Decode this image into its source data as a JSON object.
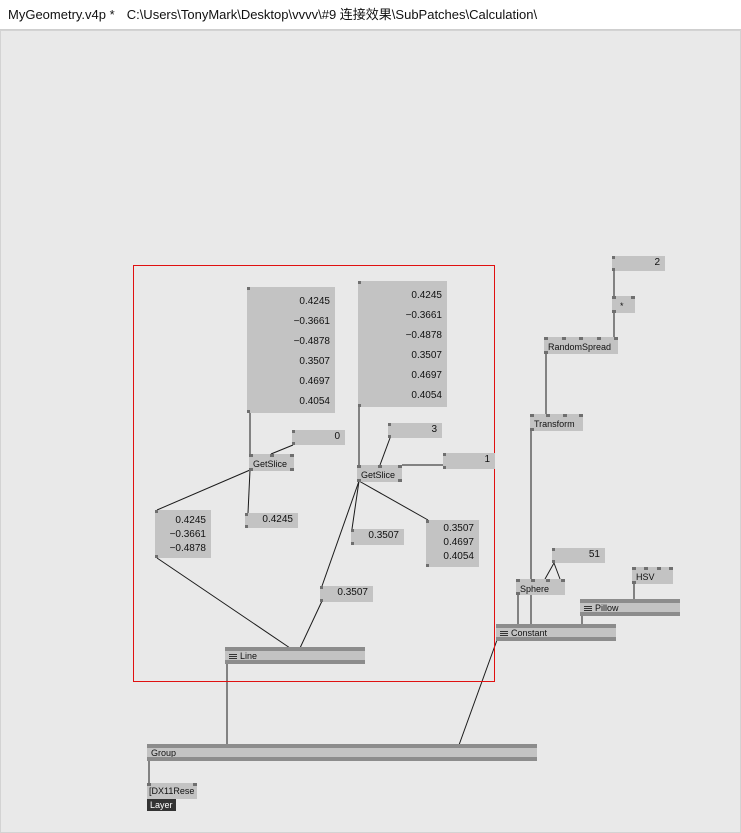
{
  "window": {
    "title_file": "MyGeometry.v4p *",
    "title_path": "C:\\Users\\TonyMark\\Desktop\\vvvv\\#9 连接效果\\SubPatches\\Calculation\\"
  },
  "nodes": {
    "getslice_left": "GetSlice",
    "getslice_right": "GetSlice",
    "line": "Line",
    "group": "Group",
    "dx11": "[DX11Rese",
    "layer": "Layer",
    "random_spread": "RandomSpread",
    "multiply": "*",
    "transform": "Transform",
    "sphere": "Sphere",
    "hsv": "HSV",
    "pillow": "Pillow",
    "constant": "Constant"
  },
  "iobox": {
    "spread_left": [
      "0.4245",
      "−0.3661",
      "−0.4878",
      "0.3507",
      "0.4697",
      "0.4054"
    ],
    "spread_right": [
      "0.4245",
      "−0.3661",
      "−0.4878",
      "0.3507",
      "0.4697",
      "0.4054"
    ],
    "index_left": "0",
    "index_right": "3",
    "bin_size": "1",
    "out_left_single": "0.4245",
    "out_left_xyz": [
      "0.4245",
      "−0.3661",
      "−0.4878"
    ],
    "out_right_single": "0.3507",
    "out_right_xyz": [
      "0.3507",
      "0.4697",
      "0.4054"
    ],
    "line_input": "0.3507",
    "count": "2",
    "sphere_res": "51"
  },
  "colors": {
    "selection": "#e01010",
    "node_fill": "#c3c3c3",
    "pin": "#6f6f6f",
    "canvas": "#e9e9e9"
  }
}
